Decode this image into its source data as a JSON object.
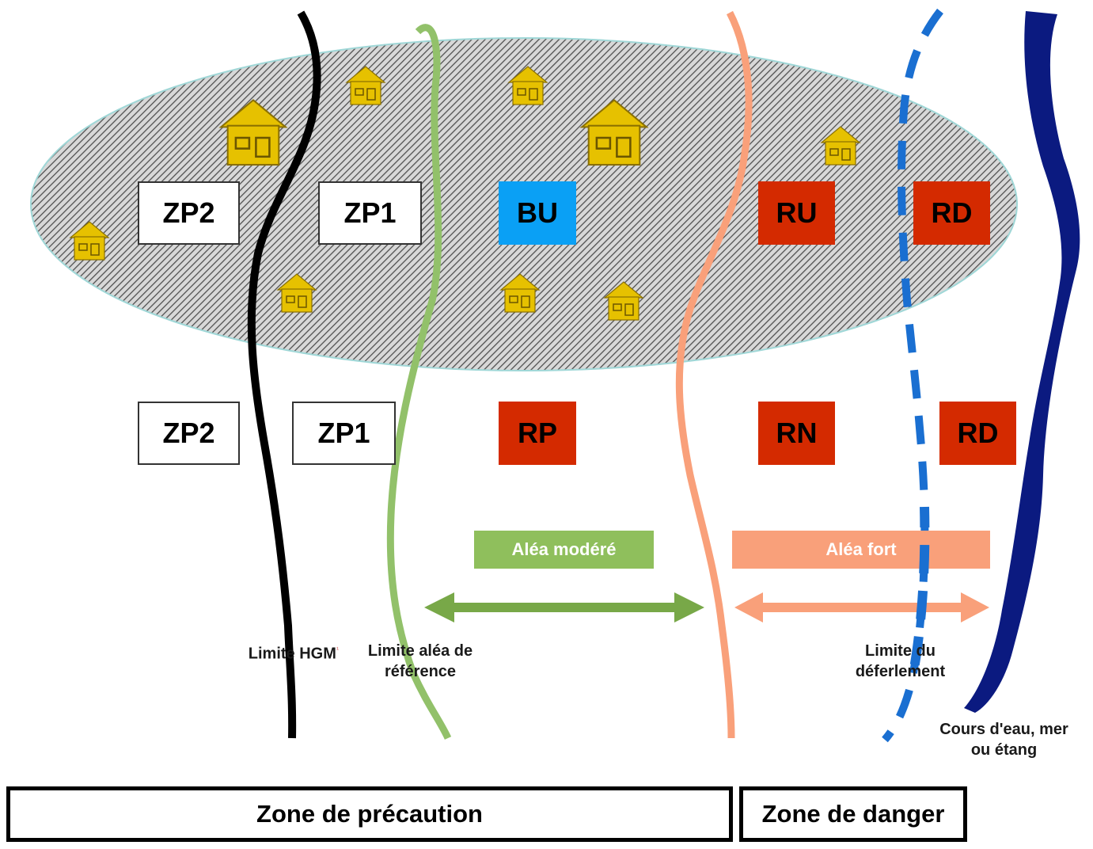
{
  "zones_row1": [
    {
      "id": "zp2",
      "label": "ZP2",
      "kind": "white"
    },
    {
      "id": "zp1",
      "label": "ZP1",
      "kind": "white"
    },
    {
      "id": "bu",
      "label": "BU",
      "kind": "blue"
    },
    {
      "id": "ru",
      "label": "RU",
      "kind": "red"
    },
    {
      "id": "rd",
      "label": "RD",
      "kind": "red"
    }
  ],
  "zones_row2": [
    {
      "id": "zp2",
      "label": "ZP2",
      "kind": "white"
    },
    {
      "id": "zp1",
      "label": "ZP1",
      "kind": "white"
    },
    {
      "id": "rp",
      "label": "RP",
      "kind": "red"
    },
    {
      "id": "rn",
      "label": "RN",
      "kind": "red"
    },
    {
      "id": "rd",
      "label": "RD",
      "kind": "red"
    }
  ],
  "alea": {
    "modere": "Aléa modéré",
    "fort": "Aléa fort"
  },
  "limits": {
    "hgm": "Limite HGM",
    "hgm_mark": "¹",
    "reference_line1": "Limite aléa de",
    "reference_line2": "référence",
    "deferlement_line1": "Limite du",
    "deferlement_line2": "déferlement",
    "water_line1": "Cours d'eau, mer",
    "water_line2": "ou étang"
  },
  "footer": {
    "precaution": "Zone de précaution",
    "danger": "Zone de danger"
  },
  "colors": {
    "hgm_line": "#000000",
    "reference_line": "#92c16a",
    "alea_fort_line": "#f9a07a",
    "deferlement_line": "#1a6fd1",
    "water": "#0b1a80",
    "red_zone": "#d42a00",
    "blue_zone": "#0aa0f5",
    "alea_modere_bar": "#8fbf5c",
    "alea_fort_bar": "#f9a07a",
    "arrow_green": "#78a848",
    "arrow_orange": "#f9a07a",
    "house": "#e6c100"
  },
  "icons": {
    "house": "house-icon"
  }
}
